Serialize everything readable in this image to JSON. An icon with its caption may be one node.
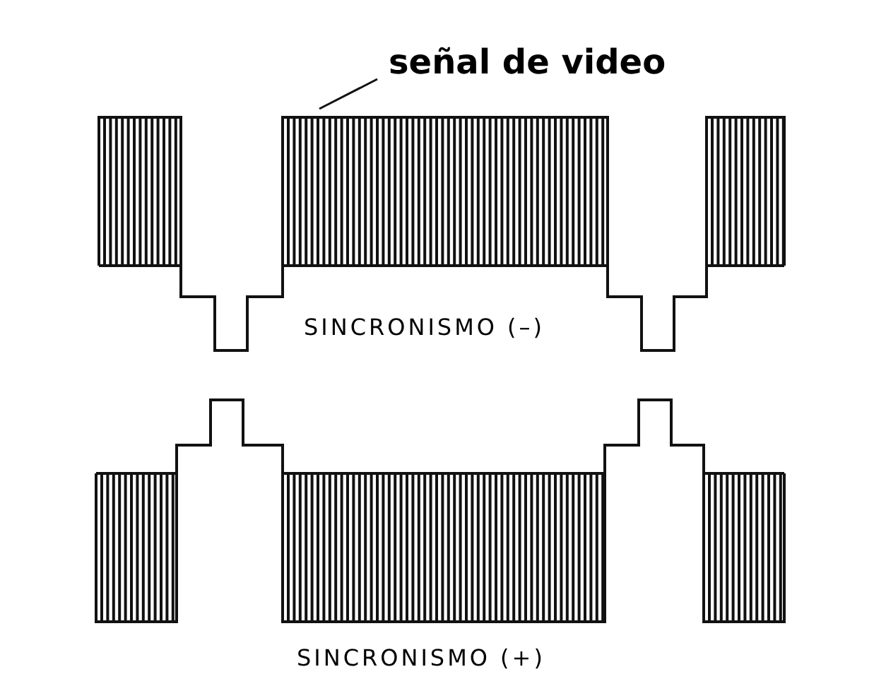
{
  "diagram": {
    "nodes": [
      {
        "text": [
          "señal de video"
        ]
      },
      {
        "text": [],
        "shape": "picture"
      }
    ],
    "edges": [
      {
        "from": 0,
        "to": 1,
        "arrow": "none"
      }
    ],
    "labels": [
      "SINCRONISMO (–)",
      "SINCRONISMO (+)"
    ]
  }
}
